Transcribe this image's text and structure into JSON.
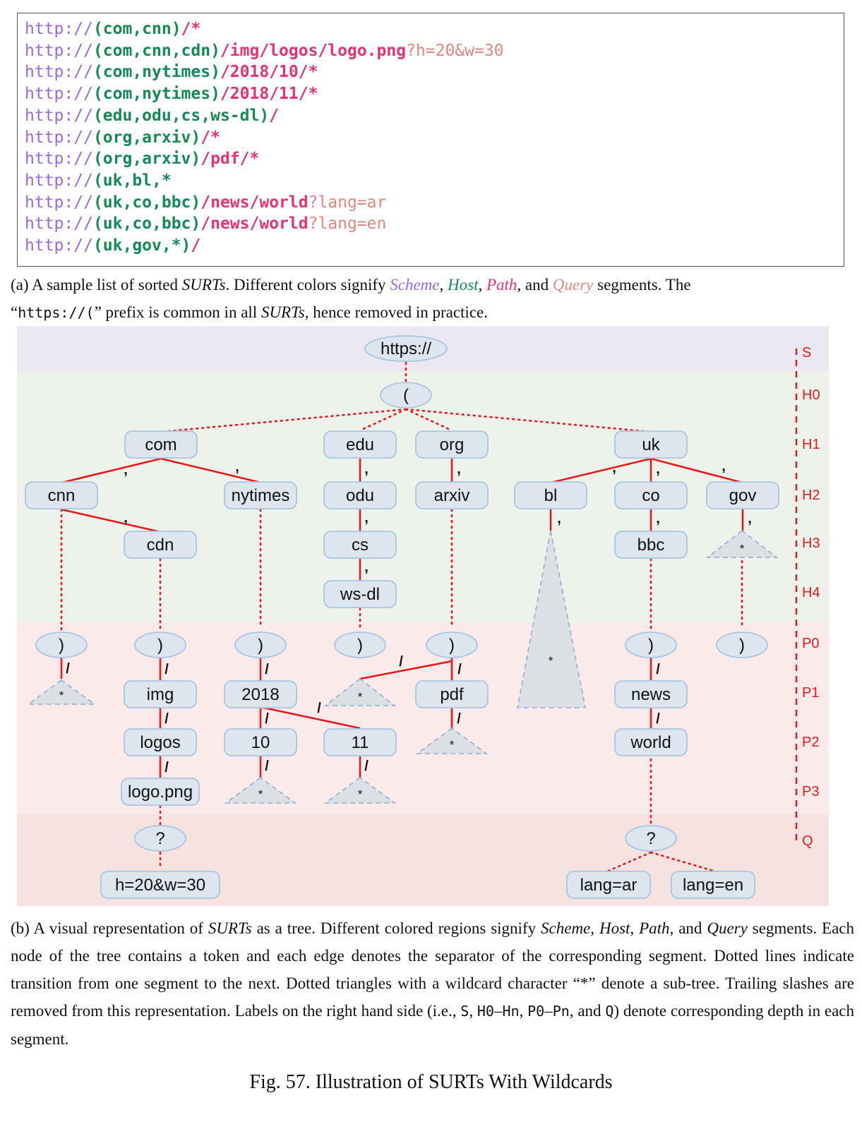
{
  "surt_list": [
    [
      {
        "t": "http://",
        "c": "sch"
      },
      {
        "t": "(com,cnn)",
        "c": "hst"
      },
      {
        "t": "/*",
        "c": "pth"
      }
    ],
    [
      {
        "t": "http://",
        "c": "sch"
      },
      {
        "t": "(com,cnn,cdn)",
        "c": "hst"
      },
      {
        "t": "/img/logos/logo.png",
        "c": "pth"
      },
      {
        "t": "?h=20&w=30",
        "c": "qry"
      }
    ],
    [
      {
        "t": "http://",
        "c": "sch"
      },
      {
        "t": "(com,nytimes)",
        "c": "hst"
      },
      {
        "t": "/2018/10/*",
        "c": "pth"
      }
    ],
    [
      {
        "t": "http://",
        "c": "sch"
      },
      {
        "t": "(com,nytimes)",
        "c": "hst"
      },
      {
        "t": "/2018/11/*",
        "c": "pth"
      }
    ],
    [
      {
        "t": "http://",
        "c": "sch"
      },
      {
        "t": "(edu,odu,cs,ws-dl)",
        "c": "hst"
      },
      {
        "t": "/",
        "c": "pth"
      }
    ],
    [
      {
        "t": "http://",
        "c": "sch"
      },
      {
        "t": "(org,arxiv)",
        "c": "hst"
      },
      {
        "t": "/*",
        "c": "pth"
      }
    ],
    [
      {
        "t": "http://",
        "c": "sch"
      },
      {
        "t": "(org,arxiv)",
        "c": "hst"
      },
      {
        "t": "/pdf/*",
        "c": "pth"
      }
    ],
    [
      {
        "t": "http://",
        "c": "sch"
      },
      {
        "t": "(uk,bl,*",
        "c": "hst"
      }
    ],
    [
      {
        "t": "http://",
        "c": "sch"
      },
      {
        "t": "(uk,co,bbc)",
        "c": "hst"
      },
      {
        "t": "/news/world",
        "c": "pth"
      },
      {
        "t": "?lang=ar",
        "c": "qry"
      }
    ],
    [
      {
        "t": "http://",
        "c": "sch"
      },
      {
        "t": "(uk,co,bbc)",
        "c": "hst"
      },
      {
        "t": "/news/world",
        "c": "pth"
      },
      {
        "t": "?lang=en",
        "c": "qry"
      }
    ],
    [
      {
        "t": "http://",
        "c": "sch"
      },
      {
        "t": "(uk,gov,*)",
        "c": "hst"
      },
      {
        "t": "/",
        "c": "pth"
      }
    ]
  ],
  "caption_a": {
    "p1": "(a) A sample list of sorted ",
    "surts1": "SURTs",
    "p2": ". Different colors signify ",
    "scheme": "Scheme",
    "comma1": ", ",
    "host": "Host",
    "comma2": ", ",
    "path": "Path",
    "and": ", and ",
    "query": "Query",
    "p3": " segments. The",
    "q_open": "“",
    "prefix": "https://(",
    "p4": "” prefix is common in all ",
    "surts2": "SURTs",
    "p5": ", hence removed in practice."
  },
  "tree": {
    "bands": [
      {
        "name": "scheme",
        "color": "#ebe8f4"
      },
      {
        "name": "host",
        "color": "#edf3ea"
      },
      {
        "name": "path",
        "color": "#fbeaea"
      },
      {
        "name": "query",
        "color": "#f6e2df"
      }
    ],
    "depth_labels": [
      "S",
      "H0",
      "H1",
      "H2",
      "H3",
      "H4",
      "P0",
      "P1",
      "P2",
      "P3",
      "Q"
    ],
    "nodes": {
      "root": "https://",
      "paren_open": "(",
      "com": "com",
      "edu": "edu",
      "org": "org",
      "uk": "uk",
      "cnn": "cnn",
      "nytimes": "nytimes",
      "odu": "odu",
      "arxiv": "arxiv",
      "bl": "bl",
      "co": "co",
      "gov": "gov",
      "cdn": "cdn",
      "cs": "cs",
      "bbc": "bbc",
      "wsdl": "ws-dl",
      "paren_close": ")",
      "img": "img",
      "y2018": "2018",
      "pdf": "pdf",
      "news": "news",
      "logos": "logos",
      "m10": "10",
      "m11": "11",
      "world": "world",
      "logopng": "logo.png",
      "qmark": "?",
      "q_hw": "h=20&w=30",
      "q_ar": "lang=ar",
      "q_en": "lang=en",
      "wildcard": "*"
    },
    "sep_comma": ",",
    "sep_slash": "/"
  },
  "caption_b": {
    "p1": "(b) A visual representation of ",
    "surts": "SURTs",
    "p2": " as a tree. Different colored regions signify ",
    "scheme": "Scheme",
    "c1": ", ",
    "host": "Host",
    "c2": ", ",
    "path": "Path",
    "c3": ", and ",
    "query": "Query",
    "p3": " segments. Each node of the tree contains a token and each edge denotes the separator of the corresponding segment. Dotted lines indicate transition from one segment to the next. Dotted triangles with a wildcard character “*” denote a sub-tree. Trailing slashes are removed from this representation. Labels on the right hand side (i.e., ",
    "m_s": "S",
    "p4": ", ",
    "m_h": "H0",
    "dash1": "–",
    "m_hn": "Hn",
    "p5": ", ",
    "m_p": "P0",
    "dash2": "–",
    "m_pn": "Pn",
    "p6": ", and ",
    "m_q": "Q",
    "p7": ") denote corresponding depth in each segment."
  },
  "figure_title": "Fig. 57. Illustration of SURTs With Wildcards"
}
